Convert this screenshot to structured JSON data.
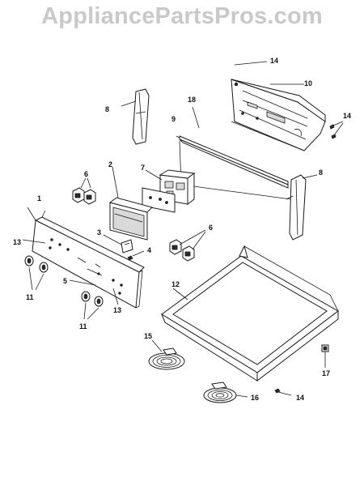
{
  "watermark": "AppliancePartsPros.com",
  "callouts": {
    "c1": "1",
    "c2": "2",
    "c3": "3",
    "c4": "4",
    "c5": "5",
    "c6a": "6",
    "c6b": "6",
    "c7": "7",
    "c8a": "8",
    "c8b": "8",
    "c9": "9",
    "c10": "10",
    "c11a": "11",
    "c11b": "11",
    "c12": "12",
    "c13a": "13",
    "c13b": "13",
    "c14a": "14",
    "c14b": "14",
    "c14c": "14",
    "c15": "15",
    "c16": "16",
    "c17": "17",
    "c18": "18"
  }
}
